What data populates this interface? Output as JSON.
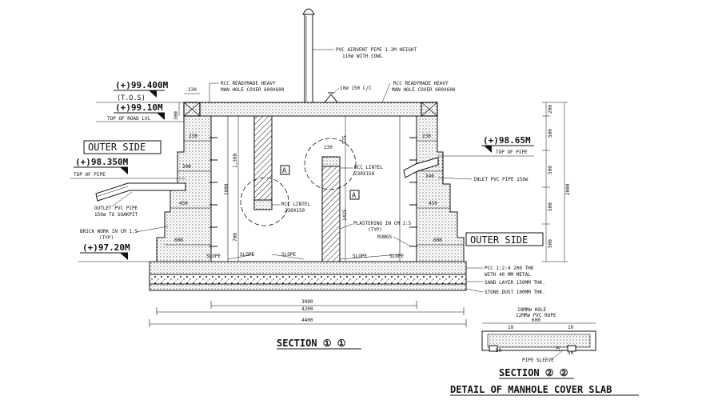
{
  "levels": {
    "tos_value": "(+)99.400M",
    "tos_label": "(T.O.S)",
    "road_value": "(+)99.10M",
    "road_label": "TOP OF ROAD LVL",
    "outlet_top_value": "(+)98.350M",
    "outlet_top_label": "TOP OF PIPE",
    "bottom_value": "(+)97.20M",
    "inlet_top_value": "(+)98.65M",
    "inlet_top_label": "TOP OF PIPE"
  },
  "labels": {
    "outer_side_left": "OUTER SIDE",
    "outer_side_right": "OUTER SIDE",
    "airvent_1": "PVC AIRVENT PIPE 1.2M HEIGHT",
    "airvent_2": "110ø WITH COWL",
    "cover_left_1": "RCC READYMADE HEAVY",
    "cover_left_2": "MAN HOLE COVER 600X600",
    "cover_right_1": "RCC READYMADE HEAVY",
    "cover_right_2": "MAN HOLE COVER 600X600",
    "rebar": "10ø 150 C/C",
    "lintel_right_1": "RCC LINTEL",
    "lintel_right_2": "230X150",
    "lintel_left_1": "RCC LINTEL",
    "lintel_left_2": "230X150",
    "inlet_pipe": "INLET PVC PIPE 150ø",
    "outlet_pipe_1": "OUTLET PVC PIPE",
    "outlet_pipe_2": "150ø TO SOAKPIT",
    "brickwork_1": "BRICK WORK IN CM 1:5",
    "brickwork_2": "(TYP)",
    "plastering_1": "PLASTERING IN CM 1:5",
    "plastering_2": "(TYP)",
    "rungs": "RUNGS",
    "slope": "SLOPE",
    "pcc_1": "PCC 1:2:4 200 THK",
    "pcc_2": "WITH 40 MM METAL",
    "sand": "SAND LAYER 150MM THK.",
    "stone": "STONE DUST 100MM THK.",
    "marker_a": "A",
    "hole_1": "18MMø HOLE",
    "hole_2": "12MMø PVC ROPE",
    "pipe_sleeve": "PIPE SLEEVE"
  },
  "dimensions": {
    "d230_top": "230",
    "d300": "300",
    "d230_l": "230",
    "d340_l": "340",
    "d450_l": "450",
    "d600_l": "600",
    "d230_r": "230",
    "d340_r": "340",
    "d450_r": "450",
    "d600_r": "600",
    "d1300": "1,300",
    "d2000_l": "2000",
    "d700": "700",
    "d575": "575",
    "d230_lintel": "230",
    "d1425": "1425",
    "r200": "200",
    "r500a": "500",
    "r500b": "500",
    "r500c": "500",
    "r500d": "500",
    "r2000": "2000",
    "w3000": "3000",
    "w4200": "4200",
    "w4400": "4400",
    "s600": "600",
    "s10a": "10",
    "s10b": "10",
    "s50a": "50",
    "s50b": "50",
    "s10c": "10"
  },
  "titles": {
    "section1": "SECTION ① ①",
    "section2": "SECTION ② ②",
    "detail": "DETAIL OF MANHOLE COVER SLAB"
  }
}
